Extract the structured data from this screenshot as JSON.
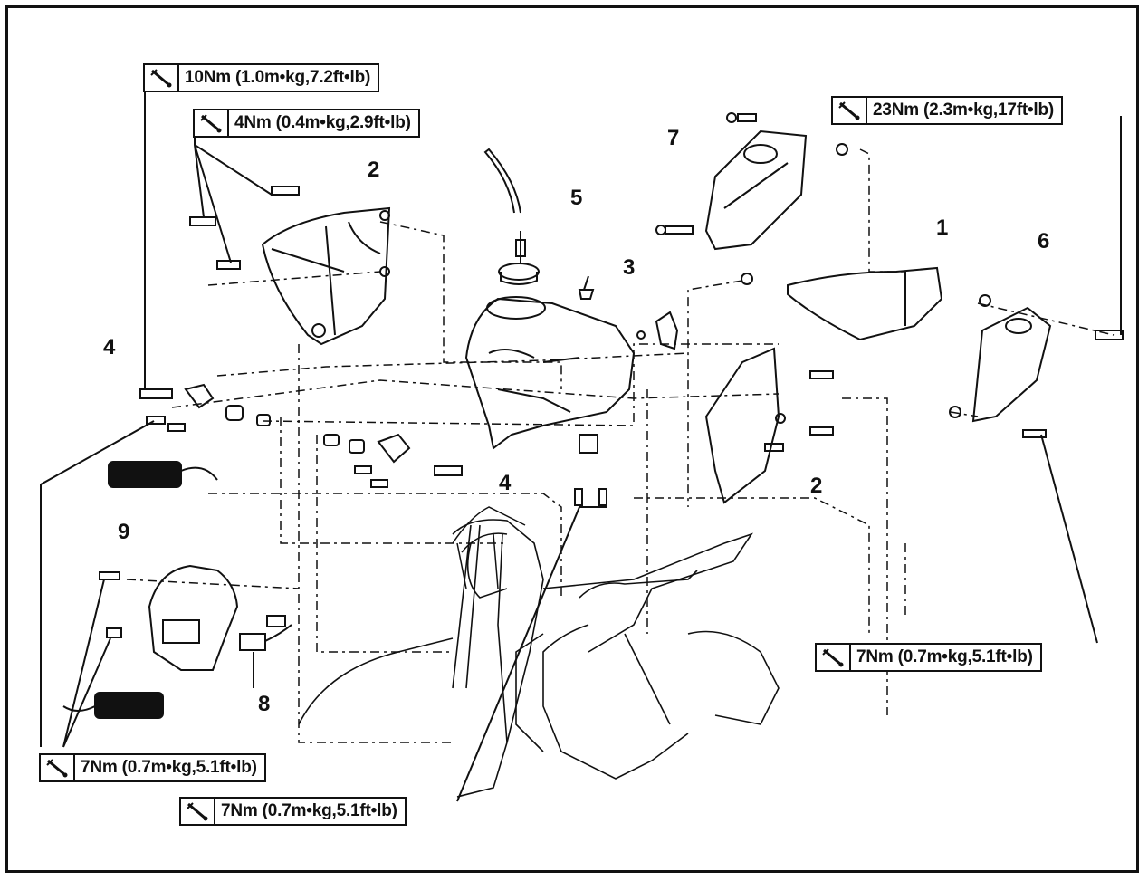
{
  "torque_labels": {
    "t1": "10Nm (1.0m•kg,7.2ft•lb)",
    "t2": "4Nm (0.4m•kg,2.9ft•lb)",
    "t3": "23Nm (2.3m•kg,17ft•lb)",
    "t4": "7Nm (0.7m•kg,5.1ft•lb)",
    "t5": "7Nm (0.7m•kg,5.1ft•lb)",
    "t6": "7Nm (0.7m•kg,5.1ft•lb)"
  },
  "callouts": {
    "n1": "1",
    "n2a": "2",
    "n2b": "2",
    "n3": "3",
    "n4a": "4",
    "n4b": "4",
    "n5": "5",
    "n6": "6",
    "n7": "7",
    "n8": "8",
    "n9": "9"
  },
  "icons": {
    "torque": "wrench-torque-icon"
  }
}
